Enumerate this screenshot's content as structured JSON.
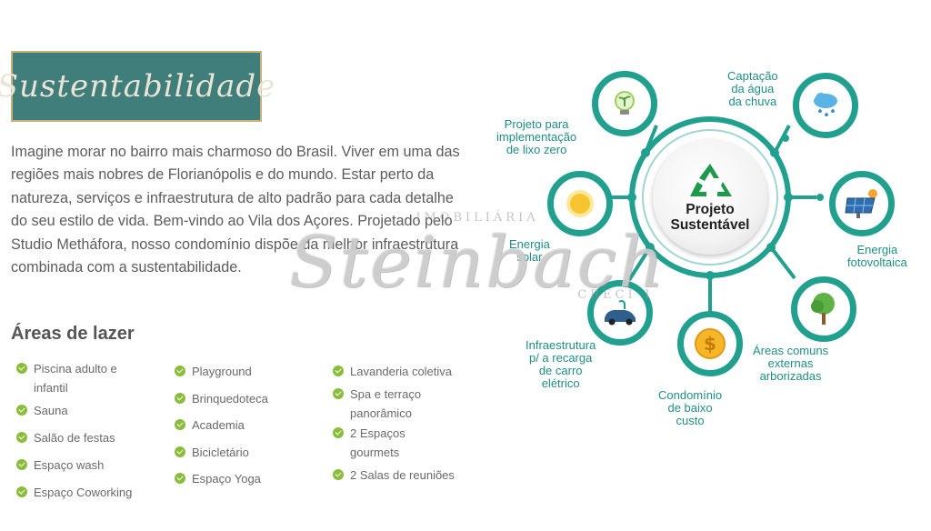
{
  "section": {
    "title": "Sustentabilidade",
    "intro": "Imagine morar no bairro mais charmoso do Brasil. Viver em uma das regiões mais nobres de Florianópolis e do mundo. Estar perto da natureza, serviços e infraestrutura de alto padrão para cada detalhe do seu estilo de vida. Bem-vindo ao Vila dos Açores. Projetado pelo Studio Metháfora, nosso condomínio dispõe da melhor infraestrutura combinada com a sustentabilidade."
  },
  "leisure": {
    "heading": "Áreas de lazer",
    "columns": [
      [
        "Piscina adulto e infantil",
        "Sauna",
        "Salão de festas",
        "Espaço wash",
        "Espaço Coworking"
      ],
      [
        "Playground",
        "Brinquedoteca",
        "Academia",
        "Bicicletário",
        "Espaço Yoga"
      ],
      [
        "Lavanderia coletiva",
        "Spa e terraço panorâmico",
        "2 Espaços gourmets",
        "2 Salas de reuniões"
      ]
    ]
  },
  "diagram": {
    "center": [
      "Projeto",
      "Sustentável"
    ],
    "labels": {
      "lixo": [
        "Projeto para",
        "implementação",
        "de lixo zero"
      ],
      "agua": [
        "Captação",
        "da água",
        "da chuva"
      ],
      "solar": [
        "Energia",
        "solar"
      ],
      "foto": [
        "Energia",
        "fotovoltaica"
      ],
      "carro": [
        "Infraestrutura",
        "p/ a recarga",
        "de carro",
        "elétrico"
      ],
      "custo": [
        "Condomínio",
        "de baixo",
        "custo"
      ],
      "areas": [
        "Áreas comuns",
        "externas",
        "arborizadas"
      ]
    },
    "accent_color": "#21a08f",
    "icons": [
      "lightbulb-plant-icon",
      "rain-cloud-icon",
      "sun-icon",
      "solar-panel-icon",
      "electric-car-icon",
      "coin-dollar-icon",
      "tree-icon",
      "recycle-icon"
    ]
  },
  "watermark": {
    "top": "IMOBILIÁRIA",
    "main": "Steinbach",
    "bottom": "CRECI 1"
  }
}
